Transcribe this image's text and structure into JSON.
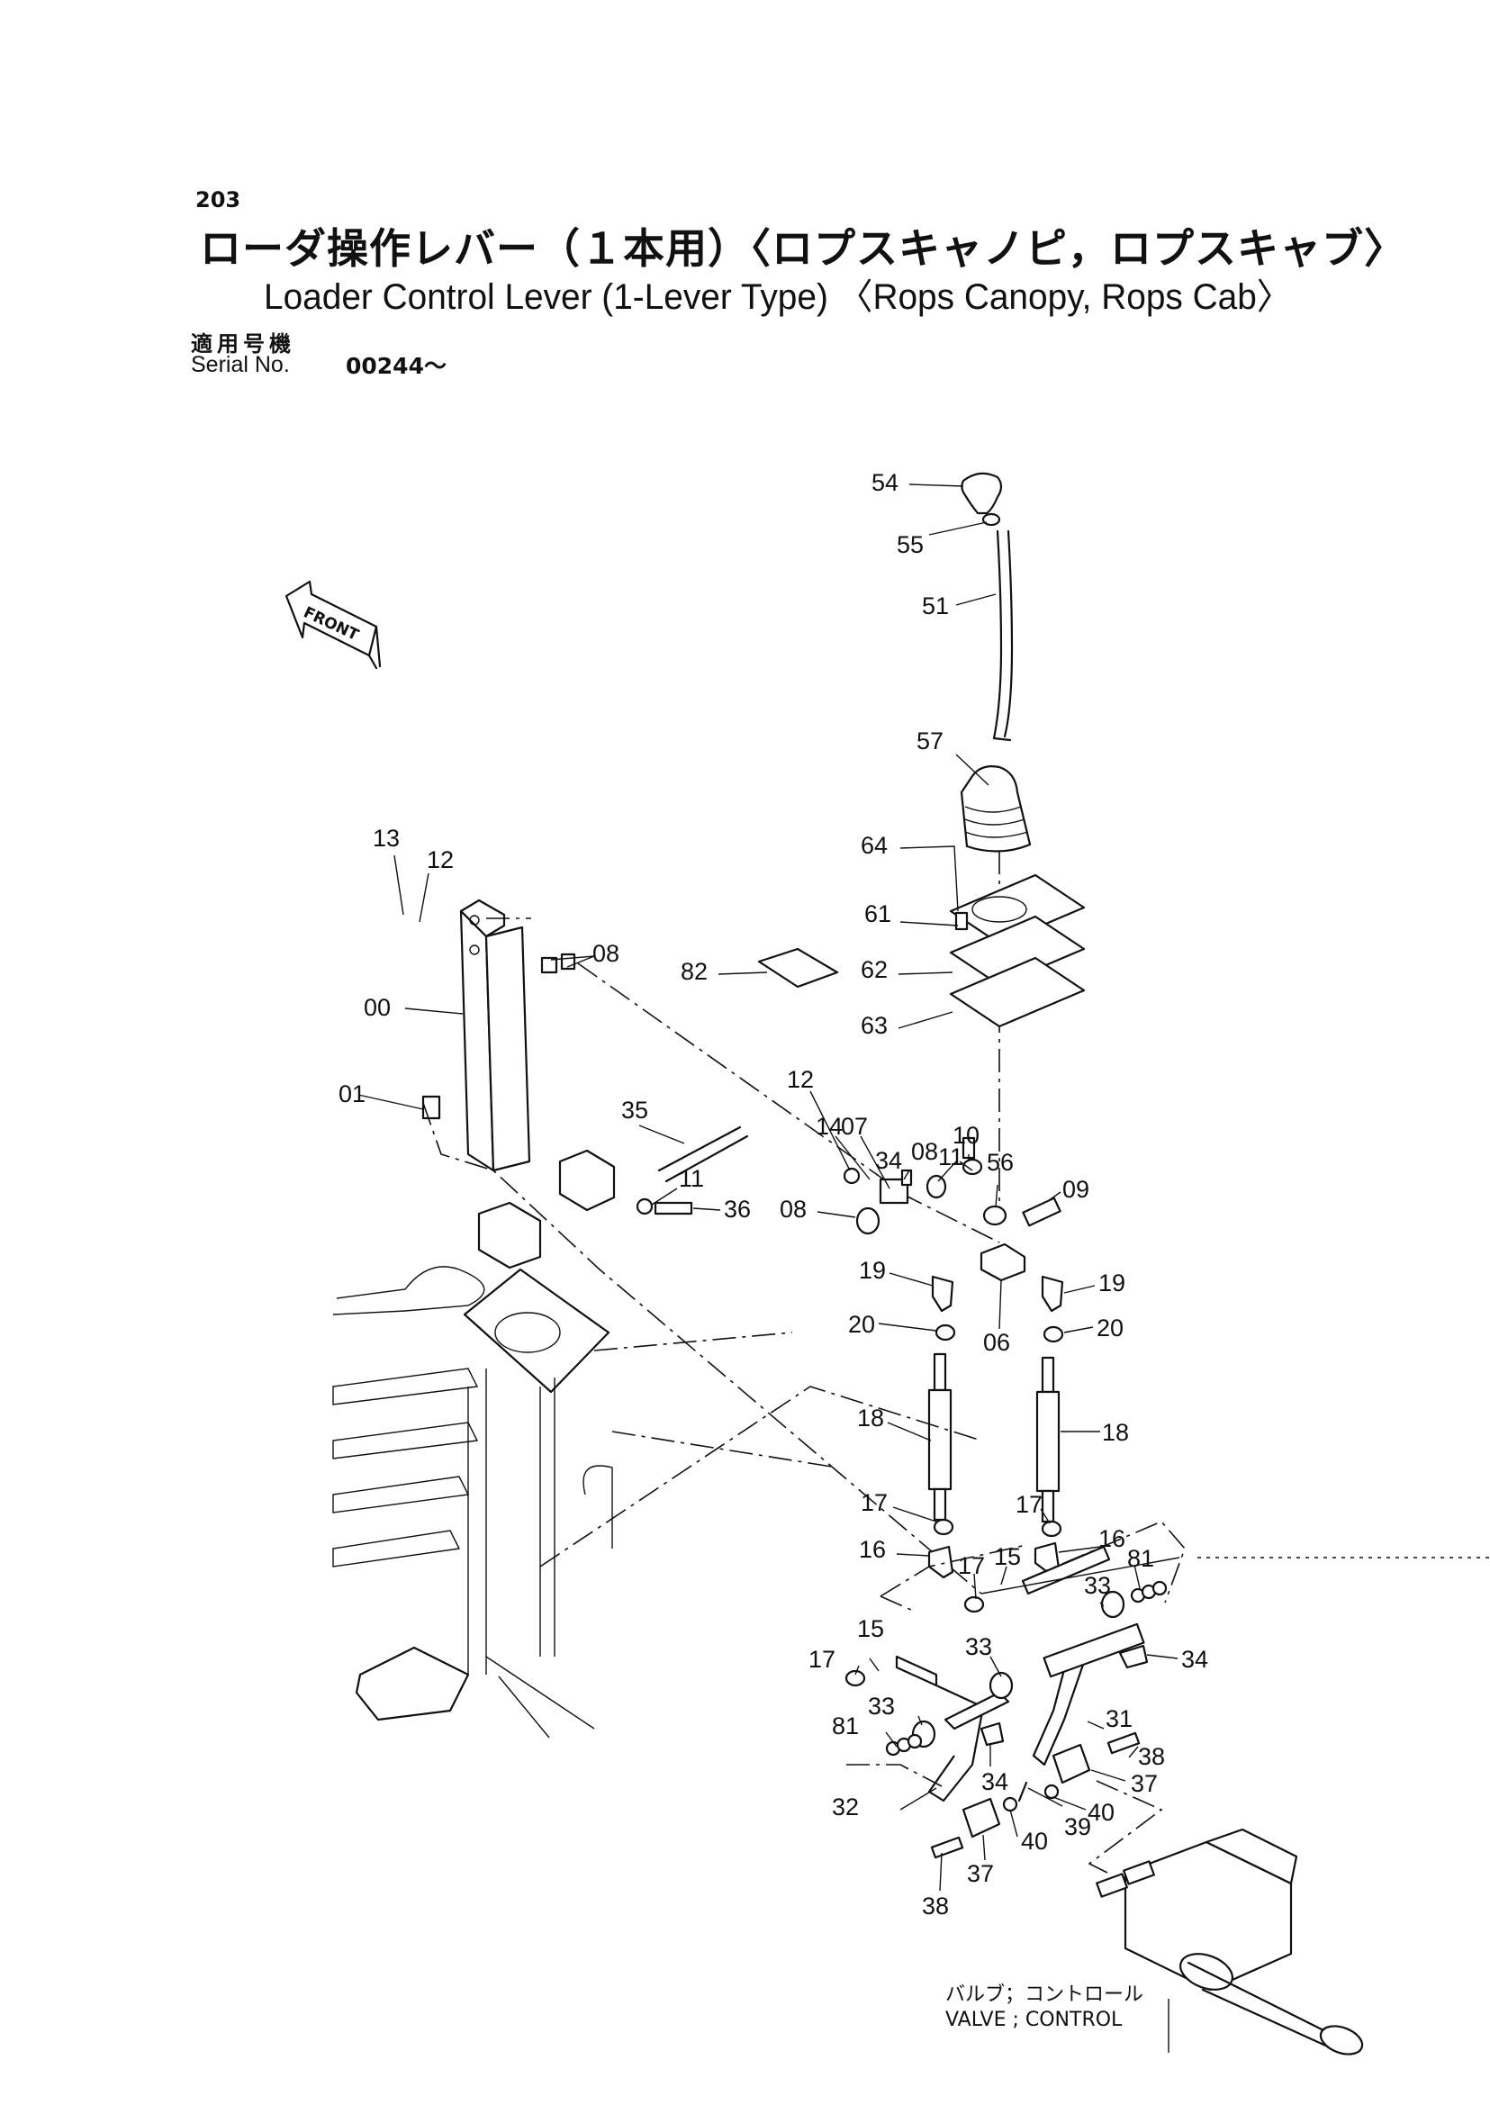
{
  "header": {
    "page_number": "203",
    "title_jp": "ローダ操作レバー（１本用）〈ロプスキャノピ，ロプスキャブ〉",
    "title_en": "Loader Control Lever (1-Lever Type) 〈Rops Canopy, Rops Cab〉",
    "serial_label_jp": "適用号機",
    "serial_label_en": "Serial No.",
    "serial_value": "00244～"
  },
  "diagram": {
    "front_marker": "FRONT",
    "valve_caption_jp": "バルブ；コントロール",
    "valve_caption_en": "VALVE ; CONTROL",
    "callouts": [
      "54",
      "55",
      "51",
      "57",
      "64",
      "61",
      "62",
      "63",
      "82",
      "13",
      "12",
      "08",
      "00",
      "01",
      "35",
      "12",
      "14",
      "07",
      "34",
      "08",
      "10",
      "11",
      "56",
      "09",
      "11",
      "36",
      "08",
      "19",
      "19",
      "06",
      "20",
      "20",
      "18",
      "18",
      "17",
      "17",
      "16",
      "16",
      "15",
      "17",
      "33",
      "81",
      "15",
      "17",
      "33",
      "34",
      "31",
      "33",
      "81",
      "38",
      "37",
      "40",
      "39",
      "40",
      "32",
      "37",
      "38",
      "34"
    ]
  }
}
